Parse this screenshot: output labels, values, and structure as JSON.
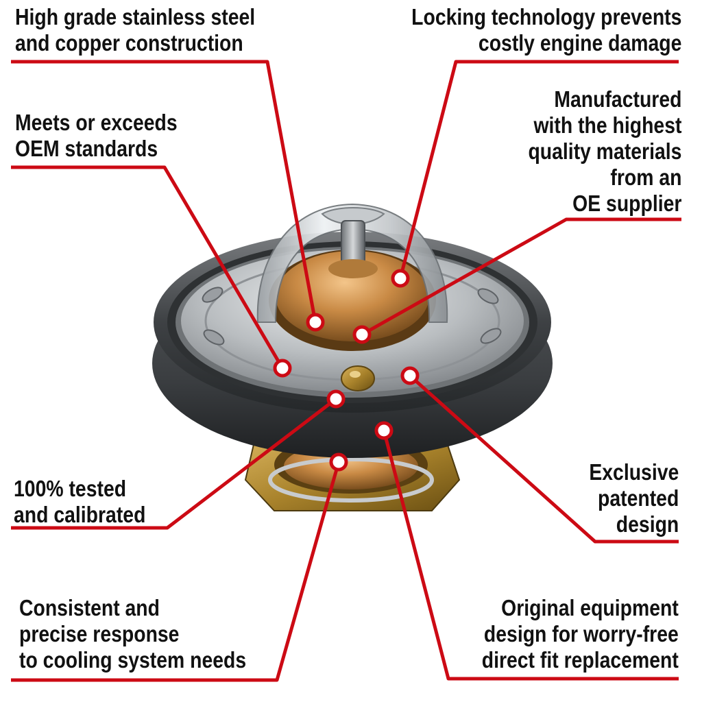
{
  "colors": {
    "callout_red": "#cc0a14",
    "text": "#111111",
    "background": "#ffffff"
  },
  "callouts": [
    {
      "id": "steel-copper",
      "lines": [
        "High grade stainless steel",
        "and copper construction"
      ]
    },
    {
      "id": "locking-technology",
      "lines": [
        "Locking technology prevents",
        "costly engine damage"
      ]
    },
    {
      "id": "oem-standards",
      "lines": [
        "Meets or exceeds",
        "OEM standards"
      ]
    },
    {
      "id": "quality-materials",
      "lines": [
        "Manufactured",
        "with the highest",
        "quality materials",
        "from an",
        "OE supplier"
      ]
    },
    {
      "id": "tested-calibrated",
      "lines": [
        "100% tested",
        "and calibrated"
      ]
    },
    {
      "id": "patented-design",
      "lines": [
        "Exclusive",
        "patented",
        "design"
      ]
    },
    {
      "id": "consistent-response",
      "lines": [
        "Consistent and",
        "precise response",
        "to cooling system needs"
      ]
    },
    {
      "id": "direct-fit",
      "lines": [
        "Original equipment",
        "design for worry-free",
        "direct fit replacement"
      ]
    }
  ]
}
